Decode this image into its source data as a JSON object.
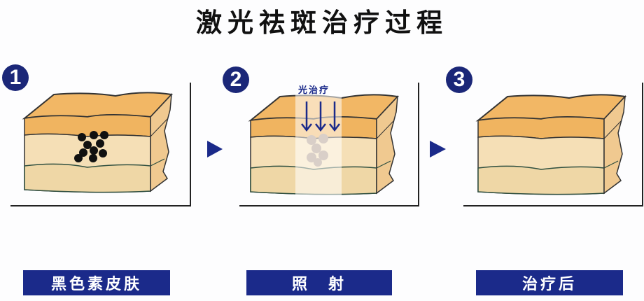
{
  "title": "激光祛斑治疗过程",
  "steps": [
    {
      "number": "1",
      "label": "黑色素皮肤"
    },
    {
      "number": "2",
      "label": "照　射",
      "annotation": "光治疗"
    },
    {
      "number": "3",
      "label": "治疗后"
    }
  ],
  "colors": {
    "navy": "#1b2a8a",
    "epidermis": "#f2b765",
    "dermis": "#f3dcb0",
    "pigment": "#111111"
  }
}
